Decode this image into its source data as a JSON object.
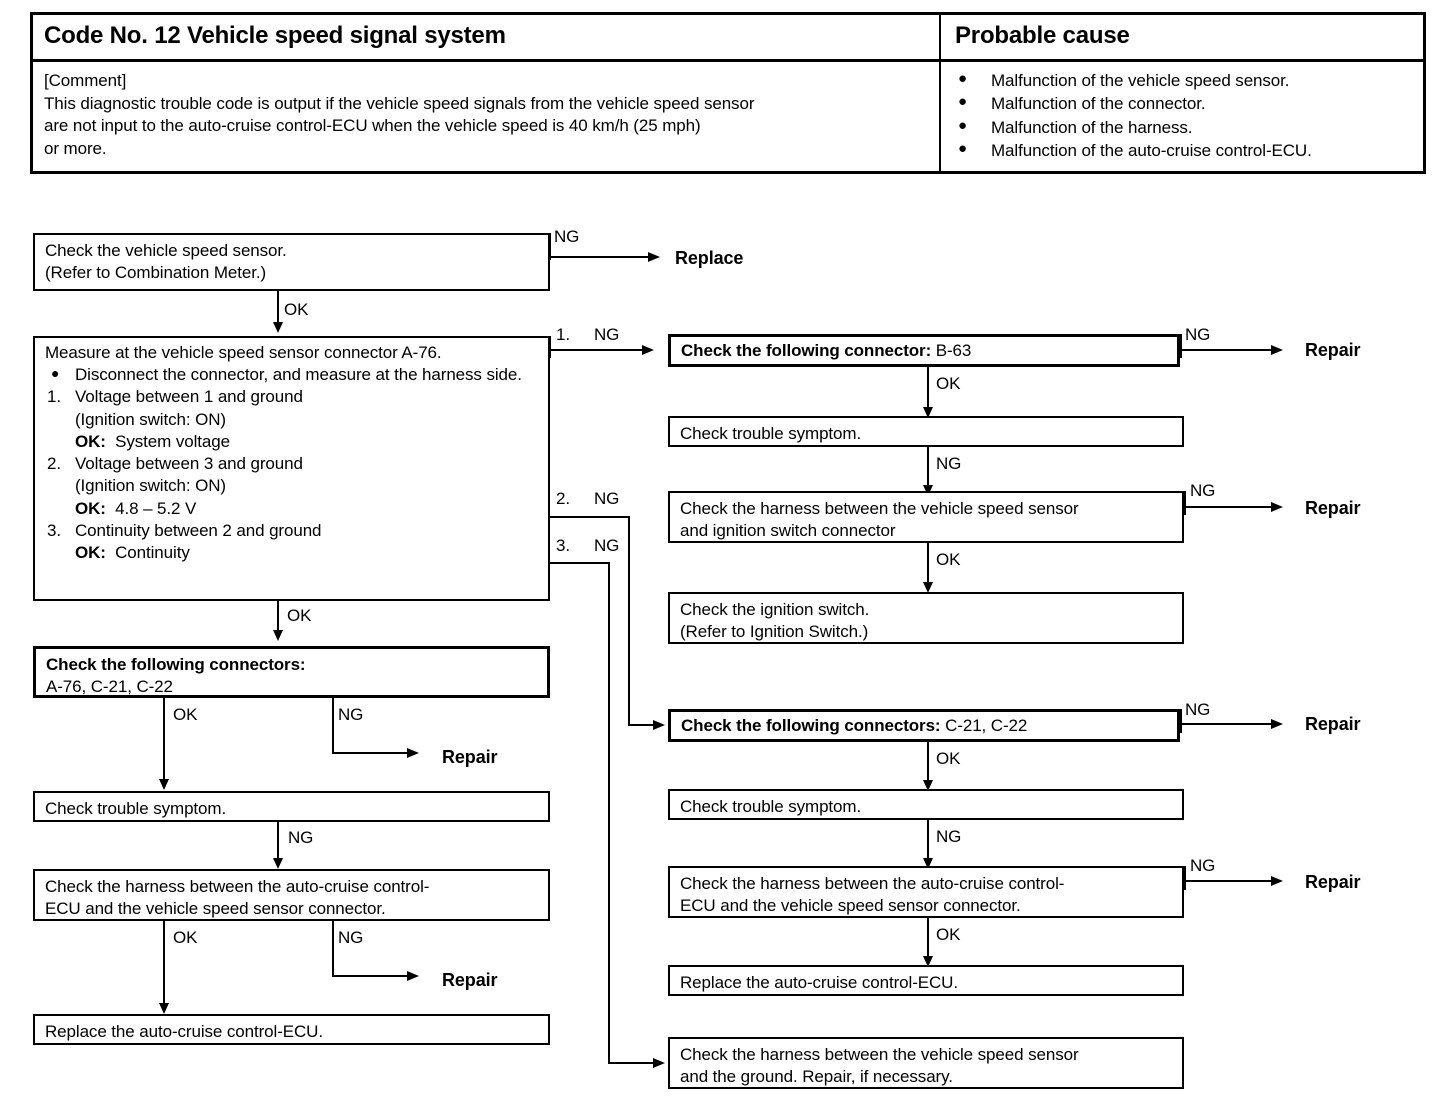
{
  "header": {
    "code_title": "Code No. 12 Vehicle speed signal system",
    "probable_cause_title": "Probable cause",
    "comment_label": "[Comment]",
    "comment_line1": "This diagnostic trouble code is output if the vehicle speed signals from the vehicle speed sensor",
    "comment_line2": "are not input to the auto-cruise control-ECU when the vehicle speed is 40 km/h (25 mph)",
    "comment_line3": "or more.",
    "causes": [
      "Malfunction of the vehicle speed sensor.",
      "Malfunction of the connector.",
      "Malfunction of the harness.",
      "Malfunction of the auto-cruise control-ECU."
    ],
    "bullet_glyph": "●"
  },
  "flow": {
    "box_check_sensor": {
      "line1": "Check the vehicle speed sensor.",
      "line2": "(Refer to Combination Meter.)"
    },
    "box_measure": {
      "title": "Measure at the vehicle speed sensor connector A-76.",
      "bullet_marker": "●",
      "bullet_text": "Disconnect the connector, and measure at the harness side.",
      "items": [
        {
          "num": "1.",
          "text": "Voltage between 1 and ground",
          "cond": "(Ignition switch: ON)",
          "ok_label": "OK:",
          "ok_value": "System voltage"
        },
        {
          "num": "2.",
          "text": "Voltage between 3 and ground",
          "cond": "(Ignition switch: ON)",
          "ok_label": "OK:",
          "ok_value": "4.8 – 5.2 V"
        },
        {
          "num": "3.",
          "text": "Continuity between 2 and ground",
          "cond": "",
          "ok_label": "OK:",
          "ok_value": "Continuity"
        }
      ]
    },
    "box_connectors_left": {
      "line1": "Check the following connectors:",
      "line2": "A-76, C-21, C-22"
    },
    "box_trouble_symptom_left": {
      "line1": "Check trouble symptom."
    },
    "box_harness_ecu_left": {
      "line1": "Check the harness between the auto-cruise control-",
      "line2": "ECU and the vehicle speed sensor connector."
    },
    "box_replace_ecu_left": {
      "line1": "Replace the auto-cruise control-ECU."
    },
    "box_connector_b63": {
      "prefix": "Check the following connector:",
      "value": "B-63"
    },
    "box_trouble_symptom_r1": {
      "line1": "Check trouble symptom."
    },
    "box_harness_ign": {
      "line1": "Check the harness between the vehicle speed sensor",
      "line2": "and ignition switch connector"
    },
    "box_ignition_switch": {
      "line1": "Check the ignition switch.",
      "line2": "(Refer to Ignition Switch.)"
    },
    "box_connectors_c21_c22": {
      "prefix": "Check the following connectors:",
      "value": "C-21, C-22"
    },
    "box_trouble_symptom_r2": {
      "line1": "Check trouble symptom."
    },
    "box_harness_ecu_right": {
      "line1": "Check the harness between the auto-cruise control-",
      "line2": "ECU and the vehicle speed sensor connector."
    },
    "box_replace_ecu_right": {
      "line1": "Replace the auto-cruise control-ECU."
    },
    "box_harness_ground": {
      "line1": "Check the harness between the vehicle speed sensor",
      "line2": "and the ground. Repair, if necessary."
    },
    "labels": {
      "ng": "NG",
      "ok": "OK",
      "br1": "1.",
      "br2": "2.",
      "br3": "3."
    },
    "terminals": {
      "replace": "Replace",
      "repair": "Repair"
    }
  }
}
